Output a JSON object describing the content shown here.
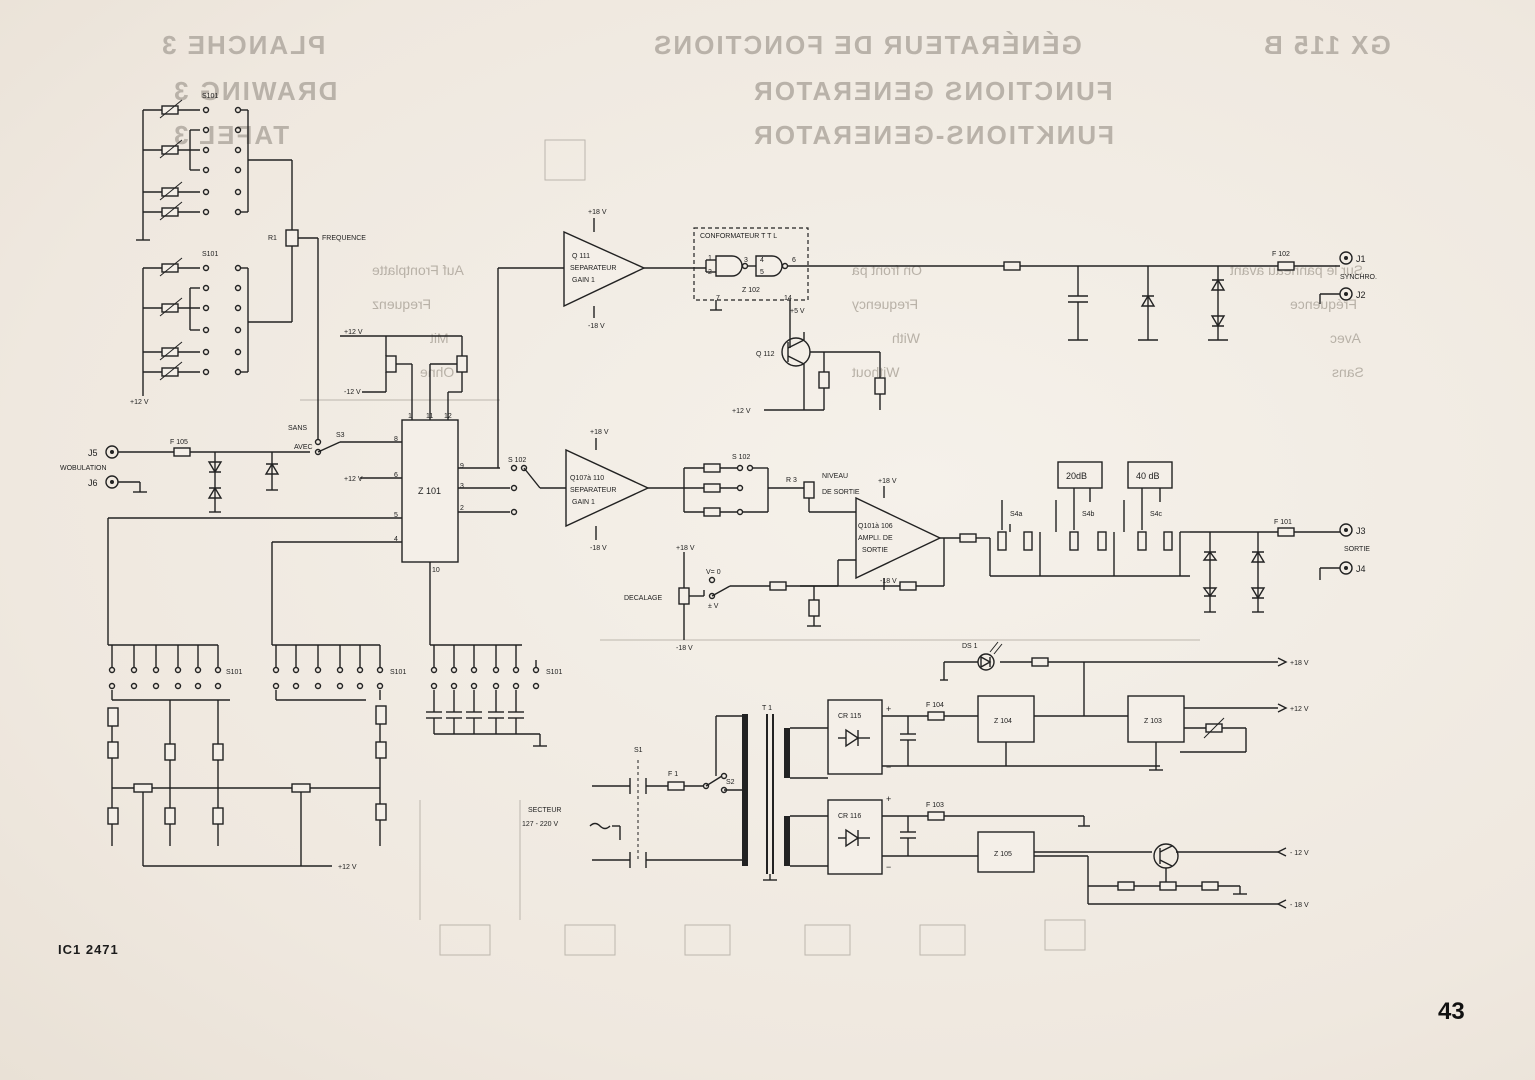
{
  "page": {
    "drawing_ref": "IC1 2471",
    "page_number": "43"
  },
  "bleed_through": {
    "title_lines": [
      "GÉNÉRATEUR DE FONCTIONS",
      "FUNCTIONS GENERATOR",
      "FUNKTIONS-GENERATOR"
    ],
    "model": "GX 115 B",
    "plate_lines": [
      "PLANCHE 3",
      "DRAWING 3",
      "TAFEL 3"
    ],
    "panel_labels": [
      "Auf Frontplatte",
      "Frequenz",
      "Mit",
      "Ohne"
    ],
    "panel_labels_en": [
      "On front pa",
      "Frequency",
      "With",
      "Without"
    ],
    "panel_labels_fr": [
      "Sur le panneau avant",
      "Fréquence",
      "Avec",
      "Sans"
    ]
  },
  "labels": {
    "s101": "S101",
    "freq": "FREQUENCE",
    "r1": "R1",
    "p12v": "+12 V",
    "m12v": "-12 V",
    "sans": "SANS",
    "avec": "AVEC",
    "s3": "S3",
    "j5": "J5",
    "j6": "J6",
    "wobulation": "WOBULATION",
    "f105": "F 105",
    "z101": "Z 101",
    "s102": "S 102",
    "q111": "Q 111",
    "separateur": "SEPARATEUR",
    "gain1": "GAIN 1",
    "q107": "Q107à 110",
    "p18v": "+18 V",
    "m18v": "-18 V",
    "conformateur": "CONFORMATEUR T T L",
    "z102": "Z 102",
    "q112": "Q 112",
    "p5v": "+5 V",
    "f102": "F 102",
    "j1": "J1",
    "synchro": "SYNCHRO.",
    "j2": "J2",
    "r3": "R 3",
    "niveau": "NIVEAU",
    "de_sortie": "DE SORTIE",
    "q101": "Q101à 106",
    "ampli": "AMPLI. DE",
    "sortie_amp": "SORTIE",
    "att20": "20dB",
    "att40": "40 dB",
    "s4a": "S4a",
    "s4b": "S4b",
    "s4c": "S4c",
    "f101": "F 101",
    "j3": "J3",
    "sortie": "SORTIE",
    "j4": "J4",
    "decalage": "DECALAGE",
    "v0": "V= 0",
    "pmv": "± V",
    "ds1": "DS 1",
    "t1": "T 1",
    "s1": "S1",
    "f1": "F 1",
    "s2": "S2",
    "secteur": "SECTEUR",
    "mains": "127 - 220 V",
    "cr115": "CR 115",
    "cr116": "CR 116",
    "f104": "F 104",
    "f103": "F 103",
    "z104": "Z 104",
    "z103": "Z 103",
    "z105": "Z 105",
    "out_p18": "+18 V",
    "out_p12": "+12 V",
    "out_m12": "- 12 V",
    "out_m18": "- 18 V",
    "plus": "+",
    "minus": "−"
  },
  "colors": {
    "paper": "#f2ede6",
    "ink": "#222222",
    "bleed": "#b9b2a9"
  }
}
